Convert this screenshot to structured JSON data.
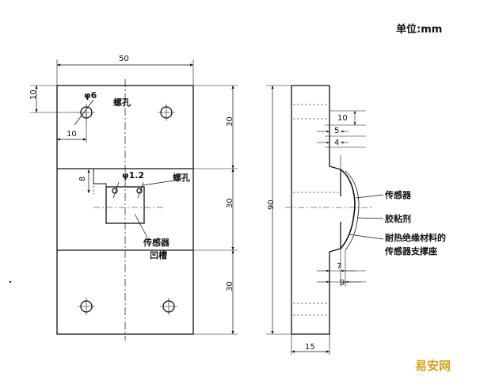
{
  "unit_label": "单位:mm",
  "watermark": "易安网",
  "front_view": {
    "dims": {
      "width": "50",
      "top_offset": "10",
      "left_offset": "10",
      "section1": "30",
      "section2": "30",
      "section3": "30",
      "groove_depth": "8"
    },
    "labels": {
      "hole_dia": "φ6",
      "screw_hole": "螺孔",
      "small_hole_dia": "φ1.2",
      "screw_hole_2": "螺孔",
      "sensor": "传感器",
      "groove": "凹槽"
    }
  },
  "side_view": {
    "dims": {
      "height": "90",
      "d10": "10",
      "d5": "5",
      "d4": "4",
      "d7": "7",
      "d9": "9",
      "thickness": "15"
    },
    "labels": {
      "sensor": "传感器",
      "glue": "胶粘剂",
      "support_line1": "耐热绝缘材料的",
      "support_line2": "传感器支撑座"
    }
  },
  "colors": {
    "ink": "#111111",
    "watermark": "#d4a21a"
  }
}
